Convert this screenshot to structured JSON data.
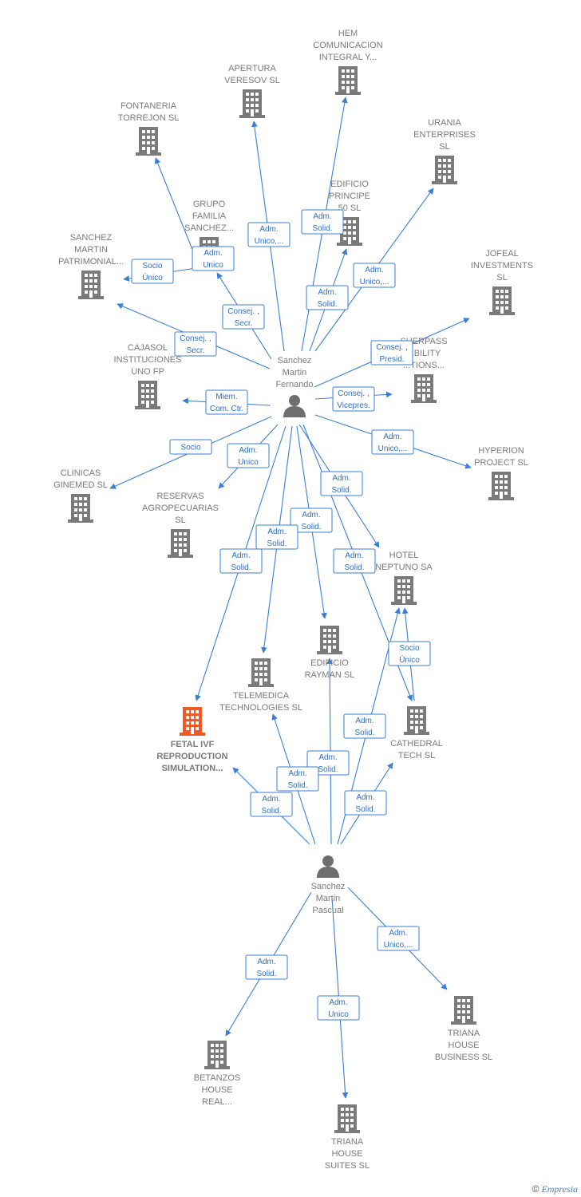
{
  "colors": {
    "edge": "#3a7fd5",
    "building": "#7a7a7a",
    "focus_building": "#f05a28",
    "person": "#6e6e6e"
  },
  "nodes": [
    {
      "id": "hem",
      "kind": "company",
      "lines": [
        "HEM",
        "COMUNICACION",
        "INTEGRAL Y..."
      ]
    },
    {
      "id": "apertura",
      "kind": "company",
      "lines": [
        "APERTURA",
        "VERESOV SL"
      ]
    },
    {
      "id": "fontaneria",
      "kind": "company",
      "lines": [
        "FONTANERIA",
        "TORREJON SL"
      ]
    },
    {
      "id": "urania",
      "kind": "company",
      "lines": [
        "URANIA",
        "ENTERPRISES",
        "SL"
      ]
    },
    {
      "id": "edificio50",
      "kind": "company",
      "lines": [
        "EDIFICIO",
        "PRINCIPE",
        "50 SL"
      ]
    },
    {
      "id": "grupo",
      "kind": "company",
      "lines": [
        "GRUPO",
        "FAMILIA",
        "SANCHEZ..."
      ]
    },
    {
      "id": "patrimonial",
      "kind": "company",
      "lines": [
        "SANCHEZ",
        "MARTIN",
        "PATRIMONIAL..."
      ]
    },
    {
      "id": "jofeal",
      "kind": "company",
      "lines": [
        "JOFEAL",
        "INVESTMENTS",
        "SL"
      ]
    },
    {
      "id": "sherpass",
      "kind": "company",
      "lines": [
        "SHERPASS",
        "...BILITY",
        "...TIONS..."
      ]
    },
    {
      "id": "cajasol",
      "kind": "company",
      "lines": [
        "CAJASOL",
        "INSTITUCIONES",
        "UNO FP"
      ]
    },
    {
      "id": "hyperion",
      "kind": "company",
      "lines": [
        "HYPERION",
        "PROJECT  SL"
      ]
    },
    {
      "id": "clinicas",
      "kind": "company",
      "lines": [
        "CLINICAS",
        "GINEMED  SL"
      ]
    },
    {
      "id": "reservas",
      "kind": "company",
      "lines": [
        "RESERVAS",
        "AGROPECUARIAS",
        "SL"
      ]
    },
    {
      "id": "neptuno",
      "kind": "company",
      "lines": [
        "HOTEL",
        "NEPTUNO SA"
      ]
    },
    {
      "id": "rayman",
      "kind": "company",
      "lines": [
        "EDIFICIO",
        "RAYMAN SL"
      ]
    },
    {
      "id": "telemedica",
      "kind": "company",
      "lines": [
        "TELEMEDICA",
        "TECHNOLOGIES SL"
      ]
    },
    {
      "id": "cathedral",
      "kind": "company",
      "lines": [
        "CATHEDRAL",
        "TECH  SL"
      ]
    },
    {
      "id": "fetal",
      "kind": "focus",
      "lines": [
        "FETAL IVF",
        "REPRODUCTION",
        "SIMULATION..."
      ]
    },
    {
      "id": "fernando",
      "kind": "person",
      "lines": [
        "Sanchez",
        "Martin",
        "Fernando"
      ]
    },
    {
      "id": "pascual",
      "kind": "person",
      "lines": [
        "Sanchez",
        "Martin",
        "Pascual"
      ]
    },
    {
      "id": "triana_business",
      "kind": "company",
      "lines": [
        "TRIANA",
        "HOUSE",
        "BUSINESS  SL"
      ]
    },
    {
      "id": "betanzos",
      "kind": "company",
      "lines": [
        "BETANZOS",
        "HOUSE",
        "REAL..."
      ]
    },
    {
      "id": "triana_suites",
      "kind": "company",
      "lines": [
        "TRIANA",
        "HOUSE",
        "SUITES  SL"
      ]
    }
  ],
  "edges": [
    {
      "from": "fernando",
      "to": "hem",
      "label": [
        "Adm.",
        "Solid."
      ]
    },
    {
      "from": "fernando",
      "to": "apertura",
      "label": [
        "Adm.",
        "Unico,..."
      ]
    },
    {
      "from": "fernando",
      "to": "fontaneria",
      "label": [
        "Adm.",
        "Unico"
      ]
    },
    {
      "from": "fernando",
      "to": "urania",
      "label": [
        "Adm.",
        "Unico,..."
      ]
    },
    {
      "from": "fernando",
      "to": "edificio50",
      "label": [
        "Adm.",
        "Solid."
      ]
    },
    {
      "from": "fernando",
      "to": "grupo",
      "label": [
        "Consej. ,",
        "Secr."
      ]
    },
    {
      "from": "grupo",
      "to": "patrimonial",
      "label": [
        "Socio",
        "Único"
      ]
    },
    {
      "from": "fernando",
      "to": "patrimonial",
      "label": [
        "Consej. ,",
        "Secr."
      ]
    },
    {
      "from": "fernando",
      "to": "jofeal",
      "label": [
        "Consej. ,",
        "Presid."
      ]
    },
    {
      "from": "fernando",
      "to": "sherpass",
      "label": [
        "Consej. ,",
        "Vicepres."
      ]
    },
    {
      "from": "fernando",
      "to": "cajasol",
      "label": [
        "Miem.",
        "Com. Ctr."
      ]
    },
    {
      "from": "fernando",
      "to": "hyperion",
      "label": [
        "Adm.",
        "Unico,..."
      ]
    },
    {
      "from": "fernando",
      "to": "clinicas",
      "label": [
        "Socio"
      ]
    },
    {
      "from": "fernando",
      "to": "reservas",
      "label": [
        "Adm.",
        "Unico"
      ]
    },
    {
      "from": "fernando",
      "to": "neptuno",
      "label": [
        "Adm.",
        "Solid."
      ]
    },
    {
      "from": "fernando",
      "to": "rayman",
      "label": [
        "Adm.",
        "Solid."
      ]
    },
    {
      "from": "fernando",
      "to": "telemedica",
      "label": [
        "Adm.",
        "Solid."
      ]
    },
    {
      "from": "fernando",
      "to": "fetal",
      "label": [
        "Adm.",
        "Solid."
      ]
    },
    {
      "from": "fernando",
      "to": "cathedral",
      "label": [
        "Adm.",
        "Solid."
      ]
    },
    {
      "from": "cathedral",
      "to": "neptuno",
      "label": [
        "Socio",
        "Único"
      ]
    },
    {
      "from": "pascual",
      "to": "neptuno",
      "label": [
        "Adm.",
        "Solid."
      ]
    },
    {
      "from": "pascual",
      "to": "rayman",
      "label": [
        "Adm.",
        "Solid."
      ]
    },
    {
      "from": "pascual",
      "to": "telemedica",
      "label": [
        "Adm.",
        "Solid."
      ]
    },
    {
      "from": "pascual",
      "to": "fetal",
      "label": [
        "Adm.",
        "Solid."
      ]
    },
    {
      "from": "pascual",
      "to": "cathedral",
      "label": [
        "Adm.",
        "Solid."
      ]
    },
    {
      "from": "pascual",
      "to": "triana_business",
      "label": [
        "Adm.",
        "Unico,..."
      ]
    },
    {
      "from": "pascual",
      "to": "betanzos",
      "label": [
        "Adm.",
        "Solid."
      ]
    },
    {
      "from": "pascual",
      "to": "triana_suites",
      "label": [
        "Adm.",
        "Unico"
      ]
    }
  ],
  "footer": {
    "copyright": "©",
    "brand": "Empresia"
  }
}
